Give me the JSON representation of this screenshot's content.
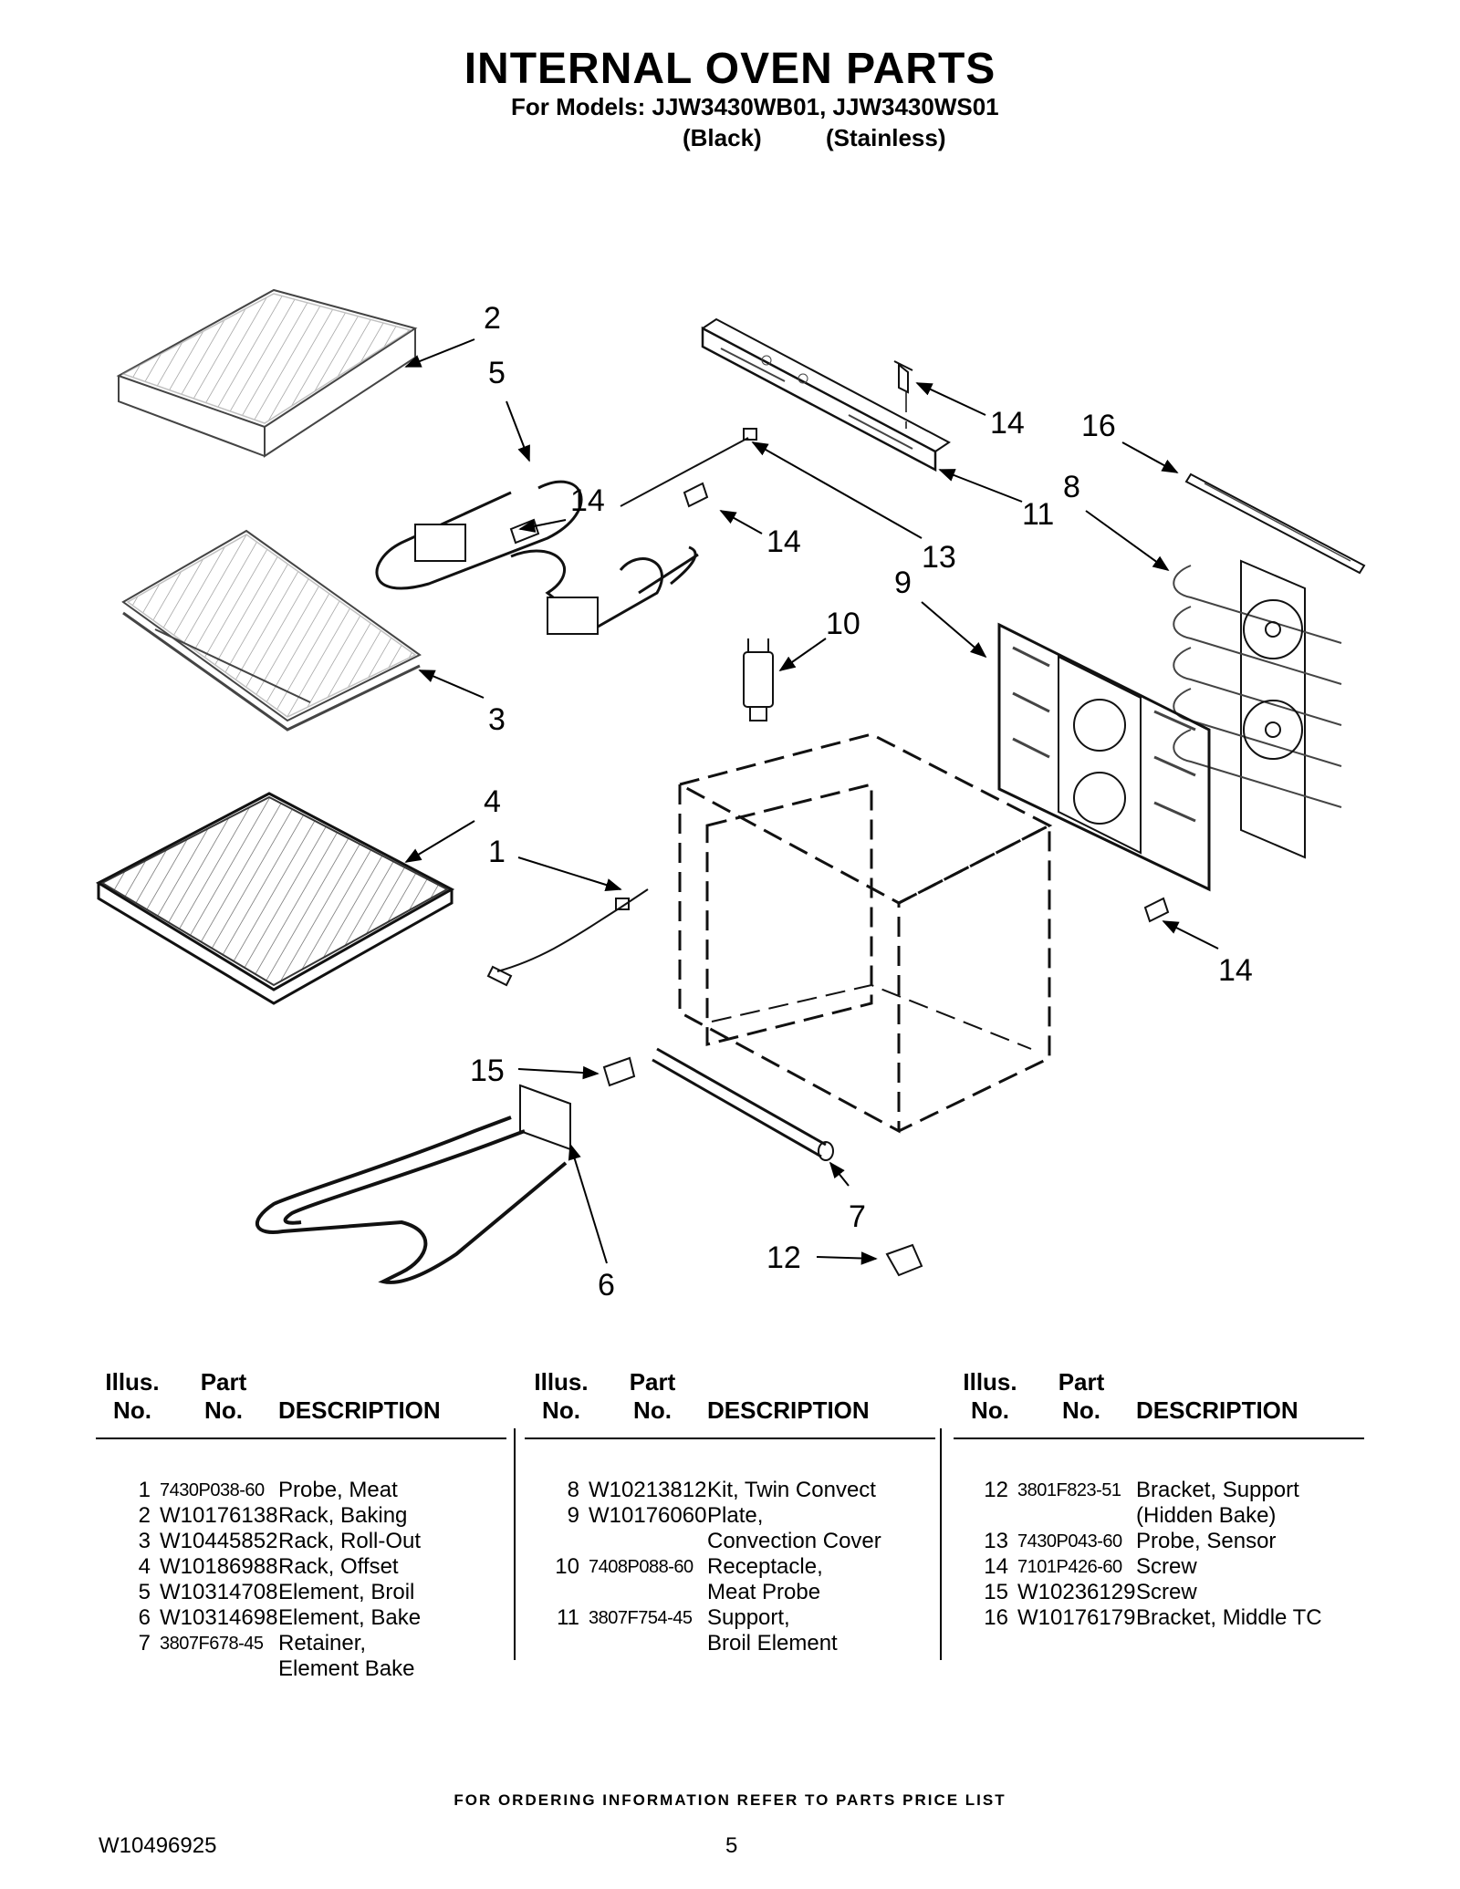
{
  "header": {
    "title": "INTERNAL OVEN PARTS",
    "models": "For Models: JJW3430WB01, JJW3430WS01",
    "finish_black": "(Black)",
    "finish_stainless": "(Stainless)"
  },
  "callouts": [
    "2",
    "5",
    "14",
    "14",
    "14",
    "16",
    "8",
    "11",
    "13",
    "9",
    "10",
    "3",
    "4",
    "1",
    "14",
    "15",
    "6",
    "7",
    "12"
  ],
  "table": {
    "head_illus": "Illus.",
    "head_part": "Part",
    "head_no": "No.",
    "head_description": "DESCRIPTION",
    "columns": [
      [
        {
          "illus": "1",
          "part": "7430P038-60",
          "desc": "Probe, Meat"
        },
        {
          "illus": "2",
          "part": "W10176138",
          "desc": "Rack, Baking"
        },
        {
          "illus": "3",
          "part": "W10445852",
          "desc": "Rack, Roll-Out"
        },
        {
          "illus": "4",
          "part": "W10186988",
          "desc": "Rack, Offset"
        },
        {
          "illus": "5",
          "part": "W10314708",
          "desc": "Element, Broil"
        },
        {
          "illus": "6",
          "part": "W10314698",
          "desc": "Element, Bake"
        },
        {
          "illus": "7",
          "part": "3807F678-45",
          "desc": "Retainer,\nElement Bake"
        }
      ],
      [
        {
          "illus": "8",
          "part": "W10213812",
          "desc": "Kit, Twin Convect"
        },
        {
          "illus": "9",
          "part": "W10176060",
          "desc": "Plate,\nConvection Cover"
        },
        {
          "illus": "10",
          "part": "7408P088-60",
          "desc": "Receptacle,\nMeat Probe"
        },
        {
          "illus": "11",
          "part": "3807F754-45",
          "desc": "Support,\nBroil Element"
        }
      ],
      [
        {
          "illus": "12",
          "part": "3801F823-51",
          "desc": "Bracket, Support\n(Hidden Bake)"
        },
        {
          "illus": "13",
          "part": "7430P043-60",
          "desc": "Probe, Sensor"
        },
        {
          "illus": "14",
          "part": "7101P426-60",
          "desc": "Screw"
        },
        {
          "illus": "15",
          "part": "W10236129",
          "desc": "Screw"
        },
        {
          "illus": "16",
          "part": "W10176179",
          "desc": "Bracket, Middle TC"
        }
      ]
    ]
  },
  "footer": {
    "ordering": "FOR ORDERING INFORMATION REFER TO PARTS PRICE LIST",
    "doc_number": "W10496925",
    "page_number": "5"
  }
}
